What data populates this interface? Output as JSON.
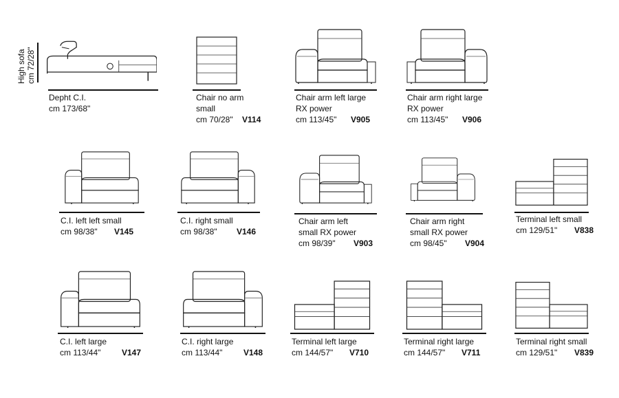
{
  "side_view": {
    "label_line1": "High sofa",
    "label_line2": "cm 72/28\"",
    "caption_line1": "Depht C.I.",
    "caption_line2": "cm 173/68\""
  },
  "items": [
    {
      "id": "v114",
      "lines": [
        "Chair no arm",
        "small"
      ],
      "size": "cm 70/28\"",
      "code": "V114"
    },
    {
      "id": "v905",
      "lines": [
        "Chair arm left large",
        "RX power"
      ],
      "size": "cm 113/45\"",
      "code": "V905"
    },
    {
      "id": "v906",
      "lines": [
        "Chair arm right large",
        "RX power"
      ],
      "size": "cm 113/45\"",
      "code": "V906"
    },
    {
      "id": "v145",
      "lines": [
        "C.I. left left small"
      ],
      "size": "cm 98/38\"",
      "code": "V145"
    },
    {
      "id": "v146",
      "lines": [
        "C.I. right small"
      ],
      "size": "cm 98/38\"",
      "code": "V146"
    },
    {
      "id": "v903",
      "lines": [
        "Chair arm left",
        "small RX power"
      ],
      "size": "cm 98/39\"",
      "code": "V903"
    },
    {
      "id": "v904",
      "lines": [
        "Chair arm right",
        "small RX power"
      ],
      "size": "cm 98/45\"",
      "code": "V904"
    },
    {
      "id": "v838",
      "lines": [
        "Terminal left small"
      ],
      "size": "cm 129/51\"",
      "code": "V838"
    },
    {
      "id": "v147",
      "lines": [
        "C.I. left  large"
      ],
      "size": "cm 113/44\"",
      "code": "V147"
    },
    {
      "id": "v148",
      "lines": [
        "C.I. right large"
      ],
      "size": "cm 113/44\"",
      "code": "V148"
    },
    {
      "id": "v710",
      "lines": [
        "Terminal left large"
      ],
      "size": "cm 144/57\"",
      "code": "V710"
    },
    {
      "id": "v711",
      "lines": [
        "Terminal right large"
      ],
      "size": "cm 144/57\"",
      "code": "V711"
    },
    {
      "id": "v839",
      "lines": [
        "Terminal right small"
      ],
      "size": "cm 129/51\"",
      "code": "V839"
    }
  ]
}
